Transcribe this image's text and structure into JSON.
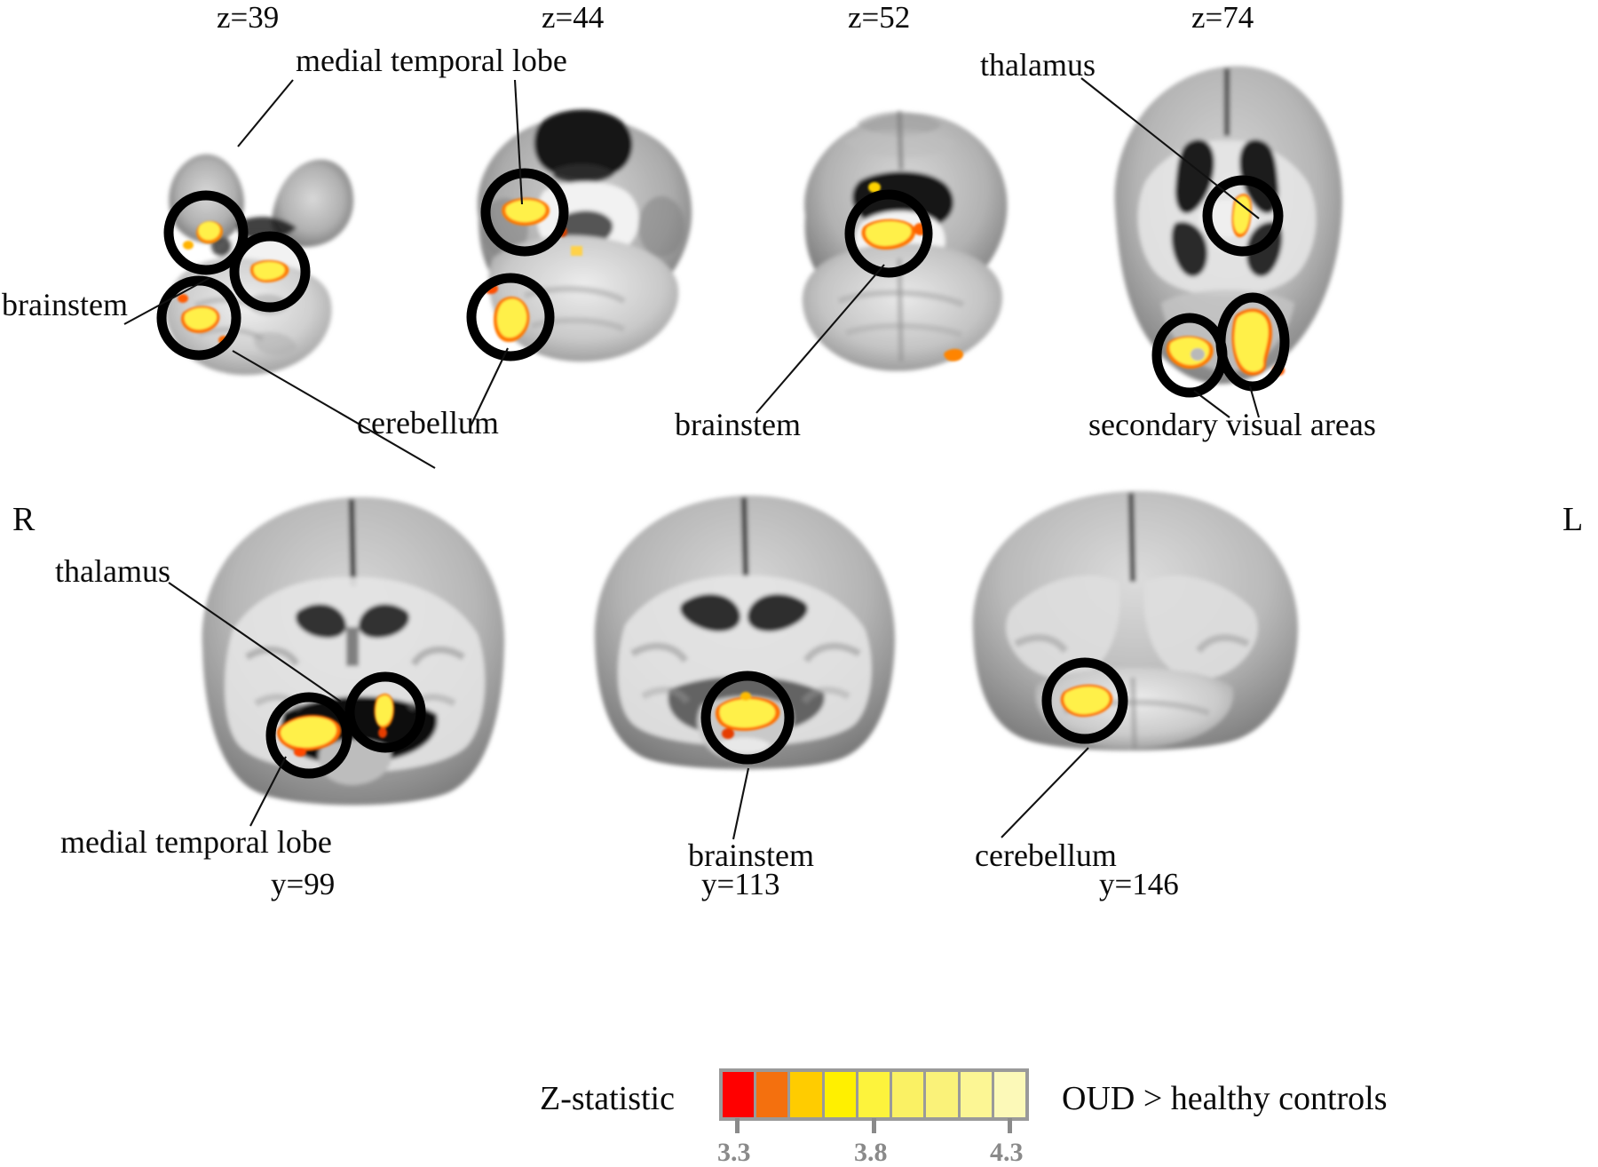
{
  "figure": {
    "type": "brain-activation-map",
    "orientation_markers": {
      "right": "R",
      "left": "L"
    }
  },
  "top_row": {
    "slice_labels": [
      {
        "text": "z=39"
      },
      {
        "text": "z=44"
      },
      {
        "text": "z=52"
      },
      {
        "text": "z=74"
      }
    ],
    "annotations": [
      {
        "text": "medial temporal lobe"
      },
      {
        "text": "brainstem"
      },
      {
        "text": "cerebellum"
      },
      {
        "text": "brainstem"
      },
      {
        "text": "thalamus"
      },
      {
        "text": "secondary visual areas"
      }
    ]
  },
  "bottom_row": {
    "slice_labels": [
      {
        "text": "y=99"
      },
      {
        "text": "y=113"
      },
      {
        "text": "y=146"
      }
    ],
    "annotations": [
      {
        "text": "thalamus"
      },
      {
        "text": "medial temporal lobe"
      },
      {
        "text": "brainstem"
      },
      {
        "text": "cerebellum"
      }
    ]
  },
  "colorbar": {
    "title": "Z-statistic",
    "caption": "OUD > healthy controls",
    "tick_labels": [
      "3.3",
      "3.8",
      "4.3"
    ],
    "range": [
      3.3,
      4.3
    ],
    "segment_count": 9,
    "segment_colors": [
      "#FF0000",
      "#F4700E",
      "#FFCC00",
      "#FFF000",
      "#FDF33C",
      "#FAF164",
      "#FAF279",
      "#FCF694",
      "#FCF9B8"
    ],
    "border_color": "#9a9a9a",
    "tick_color": "#8a8a8a"
  },
  "chart_data": {
    "type": "heatmap",
    "title": "OUD > healthy controls",
    "colorbar_label": "Z-statistic",
    "colorbar_ticks": [
      3.3,
      3.8,
      4.3
    ],
    "slices": [
      {
        "plane": "axial",
        "label": "z=39",
        "clusters": [
          "medial temporal lobe",
          "brainstem",
          "cerebellum"
        ]
      },
      {
        "plane": "axial",
        "label": "z=44",
        "clusters": [
          "medial temporal lobe",
          "cerebellum"
        ]
      },
      {
        "plane": "axial",
        "label": "z=52",
        "clusters": [
          "brainstem"
        ]
      },
      {
        "plane": "axial",
        "label": "z=74",
        "clusters": [
          "thalamus",
          "secondary visual areas",
          "secondary visual areas"
        ]
      },
      {
        "plane": "coronal",
        "label": "y=99",
        "clusters": [
          "thalamus",
          "medial temporal lobe"
        ]
      },
      {
        "plane": "coronal",
        "label": "y=113",
        "clusters": [
          "brainstem"
        ]
      },
      {
        "plane": "coronal",
        "label": "y=146",
        "clusters": [
          "cerebellum"
        ]
      }
    ]
  }
}
